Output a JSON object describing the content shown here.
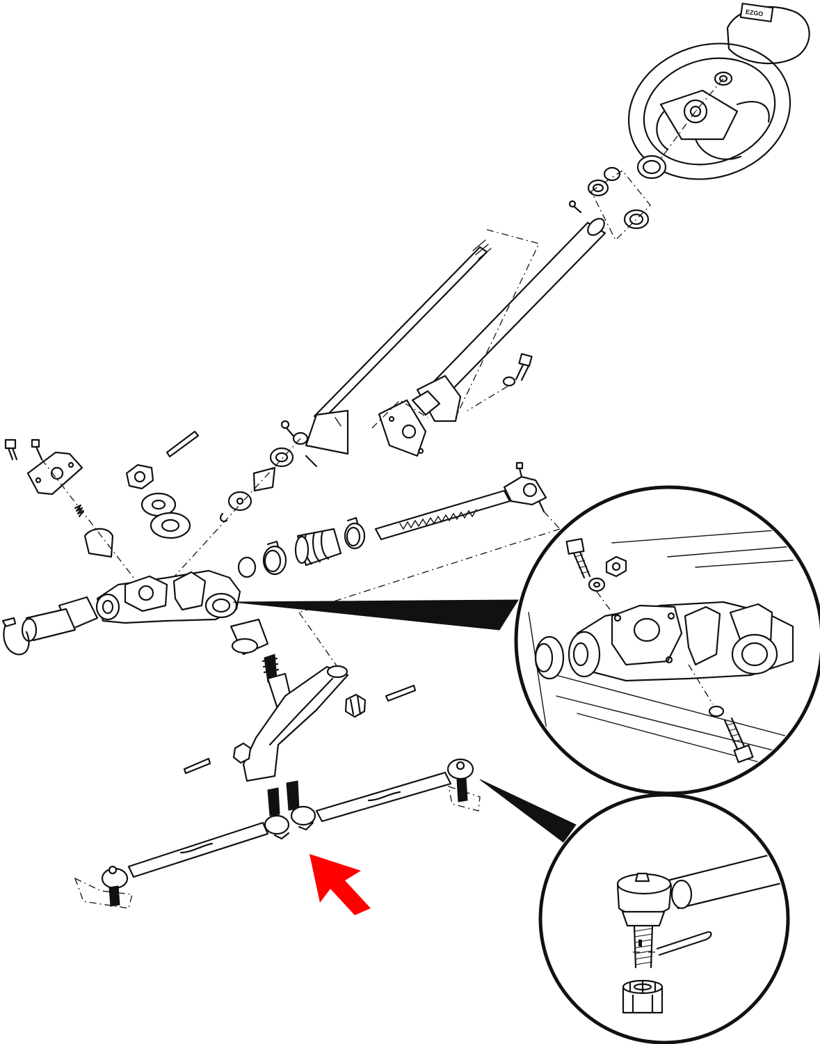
{
  "diagram": {
    "logo_text": "EZGO",
    "accent_color": "#ff0000",
    "callout_count": 2,
    "components": [
      "horn-cap",
      "steering-wheel",
      "steering-column",
      "intermediate-shaft",
      "steering-gear-housing",
      "rack",
      "rack-boot",
      "tie-rod-end",
      "pitman-arm",
      "drag-link",
      "bearing",
      "hose-clamp",
      "cotter-pin",
      "castle-nut"
    ]
  }
}
